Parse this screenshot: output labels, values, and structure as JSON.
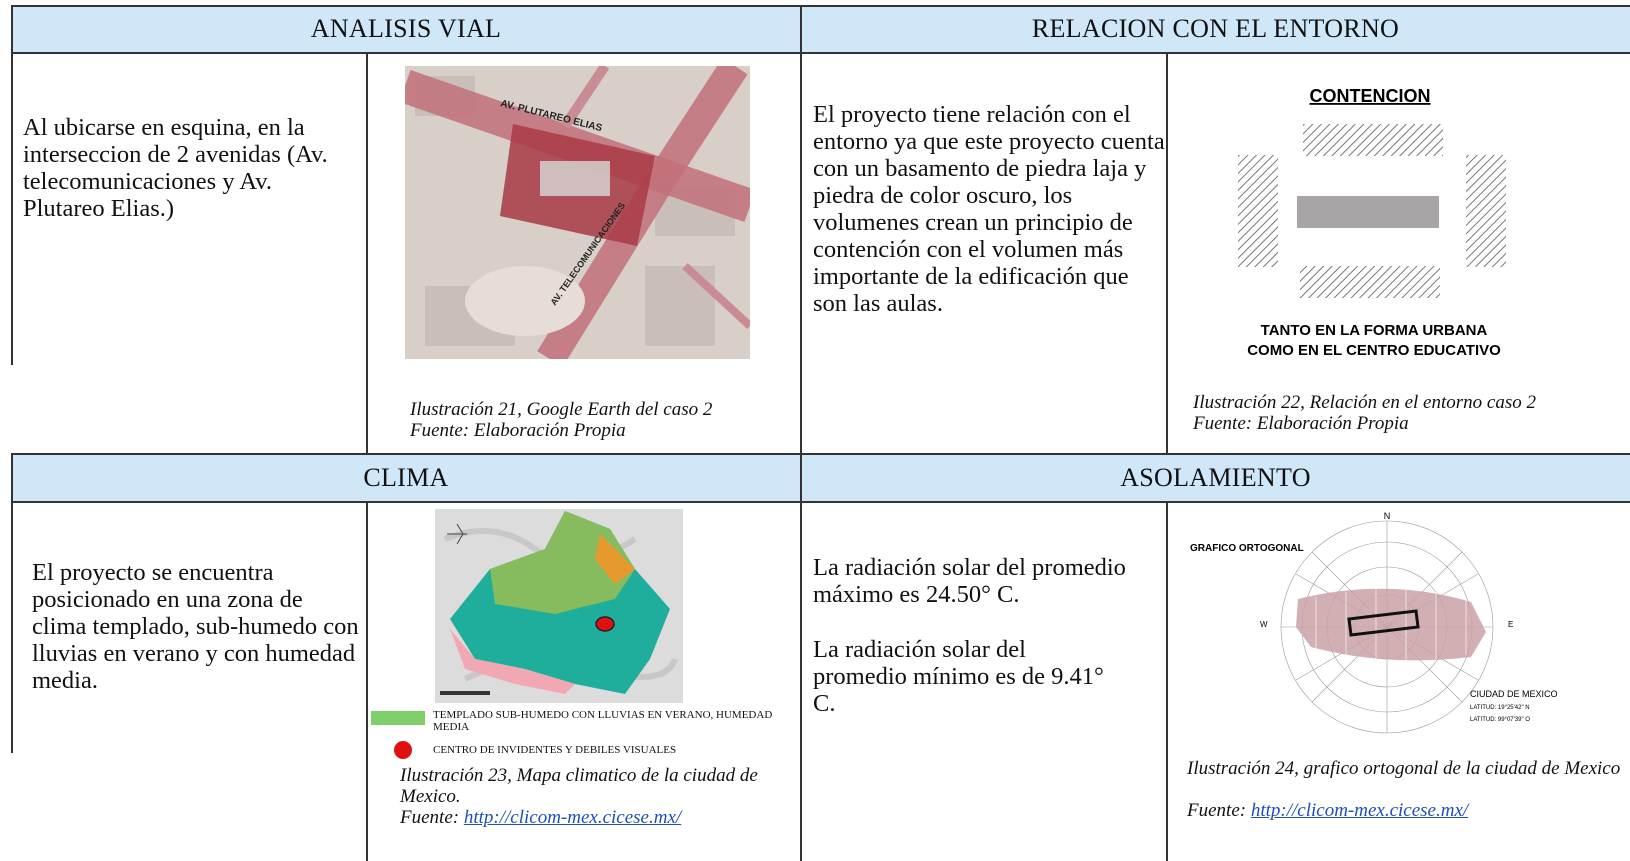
{
  "sections": {
    "analisis_vial": {
      "title": "ANALISIS VIAL",
      "text": "Al ubicarse en esquina, en la interseccion de 2 avenidas (Av. telecomunicaciones y Av. Plutareo Elias.)",
      "figure_labels": {
        "road1": "AV. PLUTAREO ELIAS",
        "road2": "AV. TELECOMUNICACIONES"
      },
      "caption_line1": "Ilustración 21, Google Earth del caso 2",
      "caption_line2": "Fuente: Elaboración Propia"
    },
    "relacion_entorno": {
      "title": "RELACION CON EL ENTORNO",
      "text": "El proyecto tiene relación con el entorno ya que este proyecto cuenta con un basamento de piedra laja  y piedra de color oscuro, los volumenes crean un principio de contención con el volumen más importante de la edificación que son las aulas.",
      "figure_title": "CONTENCION",
      "figure_sub1": "TANTO EN LA FORMA URBANA",
      "figure_sub2": "COMO EN EL CENTRO EDUCATIVO",
      "caption_line1": "Ilustración 22, Relación en el entorno caso 2",
      "caption_line2": "Fuente: Elaboración Propia"
    },
    "clima": {
      "title": "CLIMA",
      "text": "El proyecto se encuentra posicionado en una zona de clima templado, sub-humedo con lluvias en verano y con humedad media.",
      "legend1": "TEMPLADO SUB-HUMEDO CON LLUVIAS EN VERANO, HUMEDAD MEDIA",
      "legend2": "CENTRO DE INVIDENTES Y DEBILES VISUALES",
      "caption_line1": "Ilustración 23, Mapa climatico de la ciudad de Mexico.",
      "caption_source": "Fuente:",
      "caption_link": "http://clicom-mex.cicese.mx/"
    },
    "asolamiento": {
      "title": "ASOLAMIENTO",
      "text1": "La radiación solar del promedio máximo es 24.50° C.",
      "text2": "La radiación solar del promedio mínimo es de 9.41° C.",
      "figure_title": "GRAFICO ORTOGONAL",
      "figure_north": "N",
      "figure_west": "W",
      "figure_east": "E",
      "figure_city": "CIUDAD DE MEXICO",
      "figure_lat": "LATITUD: 19°25'42\" N",
      "figure_lon": "LATITUD: 99°07'39\" O",
      "caption_line1": "Ilustración 24, grafico ortogonal de la ciudad de Mexico",
      "caption_source": "Fuente:",
      "caption_link": "http://clicom-mex.cicese.mx/"
    }
  },
  "colors": {
    "header_bg": "#cfe7f7",
    "link": "#1c4fb8",
    "green_zone": "#7fcf6a",
    "marker": "#e01010"
  }
}
